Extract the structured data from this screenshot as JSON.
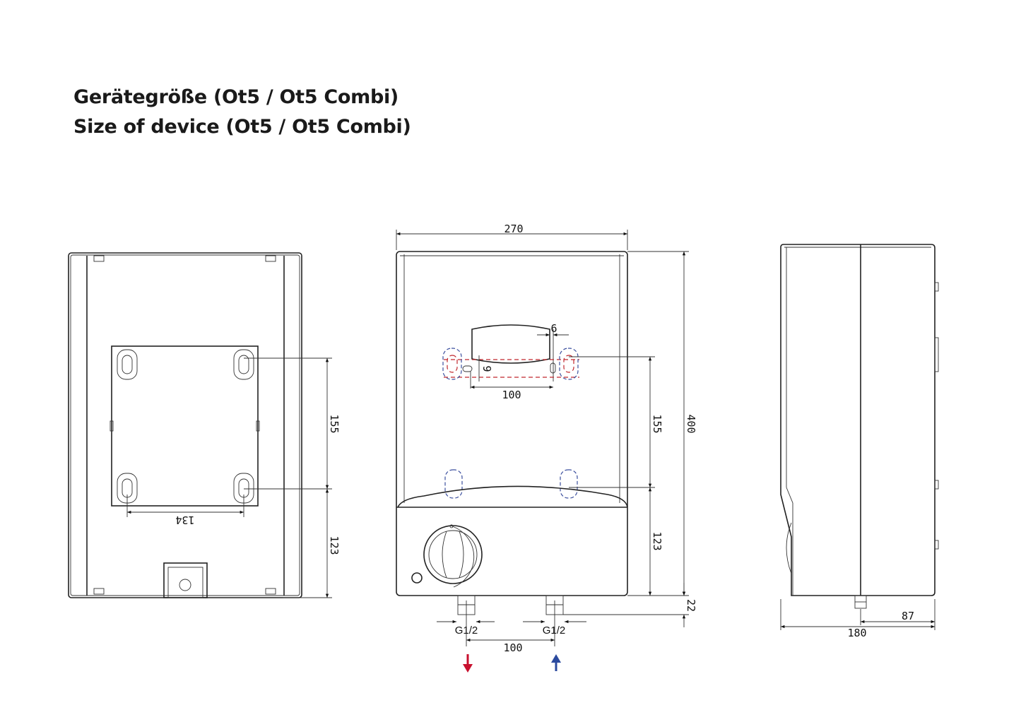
{
  "title": {
    "line_de": "Gerätegröße (Ot5 / Ot5 Combi)",
    "line_en": "Size of device (Ot5 / Ot5 Combi)"
  },
  "rear_view": {
    "dim_vertical_upper": "155",
    "dim_vertical_lower": "123",
    "dim_horizontal": "134"
  },
  "front_view": {
    "dim_width": "270",
    "dim_height": "400",
    "dim_offset_small": "6",
    "dim_slot": "9",
    "dim_hook_spacing": "100",
    "dim_vertical_upper": "155",
    "dim_vertical_lower": "123",
    "dim_pipe_length": "22",
    "pipe_left_label": "G1/2",
    "pipe_right_label": "G1/2",
    "dim_pipe_spacing": "100",
    "hot_water_arrow_color": "#c8102e",
    "cold_water_arrow_color": "#2b4a9e"
  },
  "side_view": {
    "dim_depth": "180",
    "dim_pipe_offset": "87"
  }
}
